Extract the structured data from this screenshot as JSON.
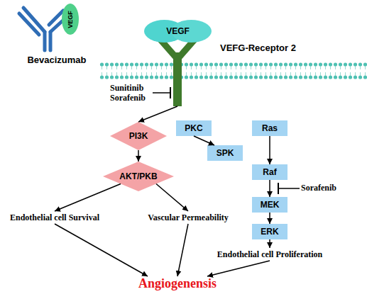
{
  "diagram": {
    "nodes": [
      {
        "text": [
          "Bevacizumab"
        ]
      },
      {
        "text": [
          "VEGF"
        ],
        "in": 0
      },
      {
        "text": [
          "VEFG-Receptor 2"
        ]
      },
      {
        "text": [
          "VEGF"
        ],
        "in": 2
      },
      {
        "text": [
          "Sunitinib Sorafenib"
        ]
      },
      {
        "text": [
          "PI3K"
        ]
      },
      {
        "text": [
          "PKC"
        ]
      },
      {
        "text": [
          "SPK"
        ]
      },
      {
        "text": [
          "Ras"
        ]
      },
      {
        "text": [
          "AKT/PKB"
        ]
      },
      {
        "text": [
          "Raf"
        ]
      },
      {
        "text": [
          "MEK"
        ]
      },
      {
        "text": [
          "ERK"
        ]
      },
      {
        "text": [
          "Endothelial cell Survival"
        ]
      },
      {
        "text": [
          "Vascular Permeability"
        ]
      },
      {
        "text": [
          "Endothelial cell Proliferation"
        ]
      },
      {
        "text": [
          "Angiogenensis"
        ]
      }
    ],
    "edges": [
      {
        "from": 4,
        "to": 2,
        "arrow": "to"
      },
      {
        "from": 2,
        "to": 5,
        "arrow": "to"
      },
      {
        "from": 5,
        "to": 9,
        "arrow": "to"
      },
      {
        "from": 6,
        "to": 7,
        "arrow": "to"
      },
      {
        "from": 8,
        "to": 10,
        "arrow": "to"
      },
      {
        "from": 10,
        "to": 11,
        "arrow": "to"
      },
      {
        "from": 11,
        "to": 12,
        "arrow": "to"
      },
      {
        "from": 9,
        "to": 13,
        "arrow": "to"
      },
      {
        "from": 9,
        "to": 14,
        "arrow": "to"
      },
      {
        "from": 12,
        "to": 15,
        "arrow": "to"
      },
      {
        "from": 13,
        "to": 16,
        "arrow": "to"
      },
      {
        "from": 14,
        "to": 16,
        "arrow": "to"
      },
      {
        "from": 15,
        "to": 16,
        "arrow": "to"
      }
    ],
    "labels": [
      "Sorafenib"
    ]
  }
}
